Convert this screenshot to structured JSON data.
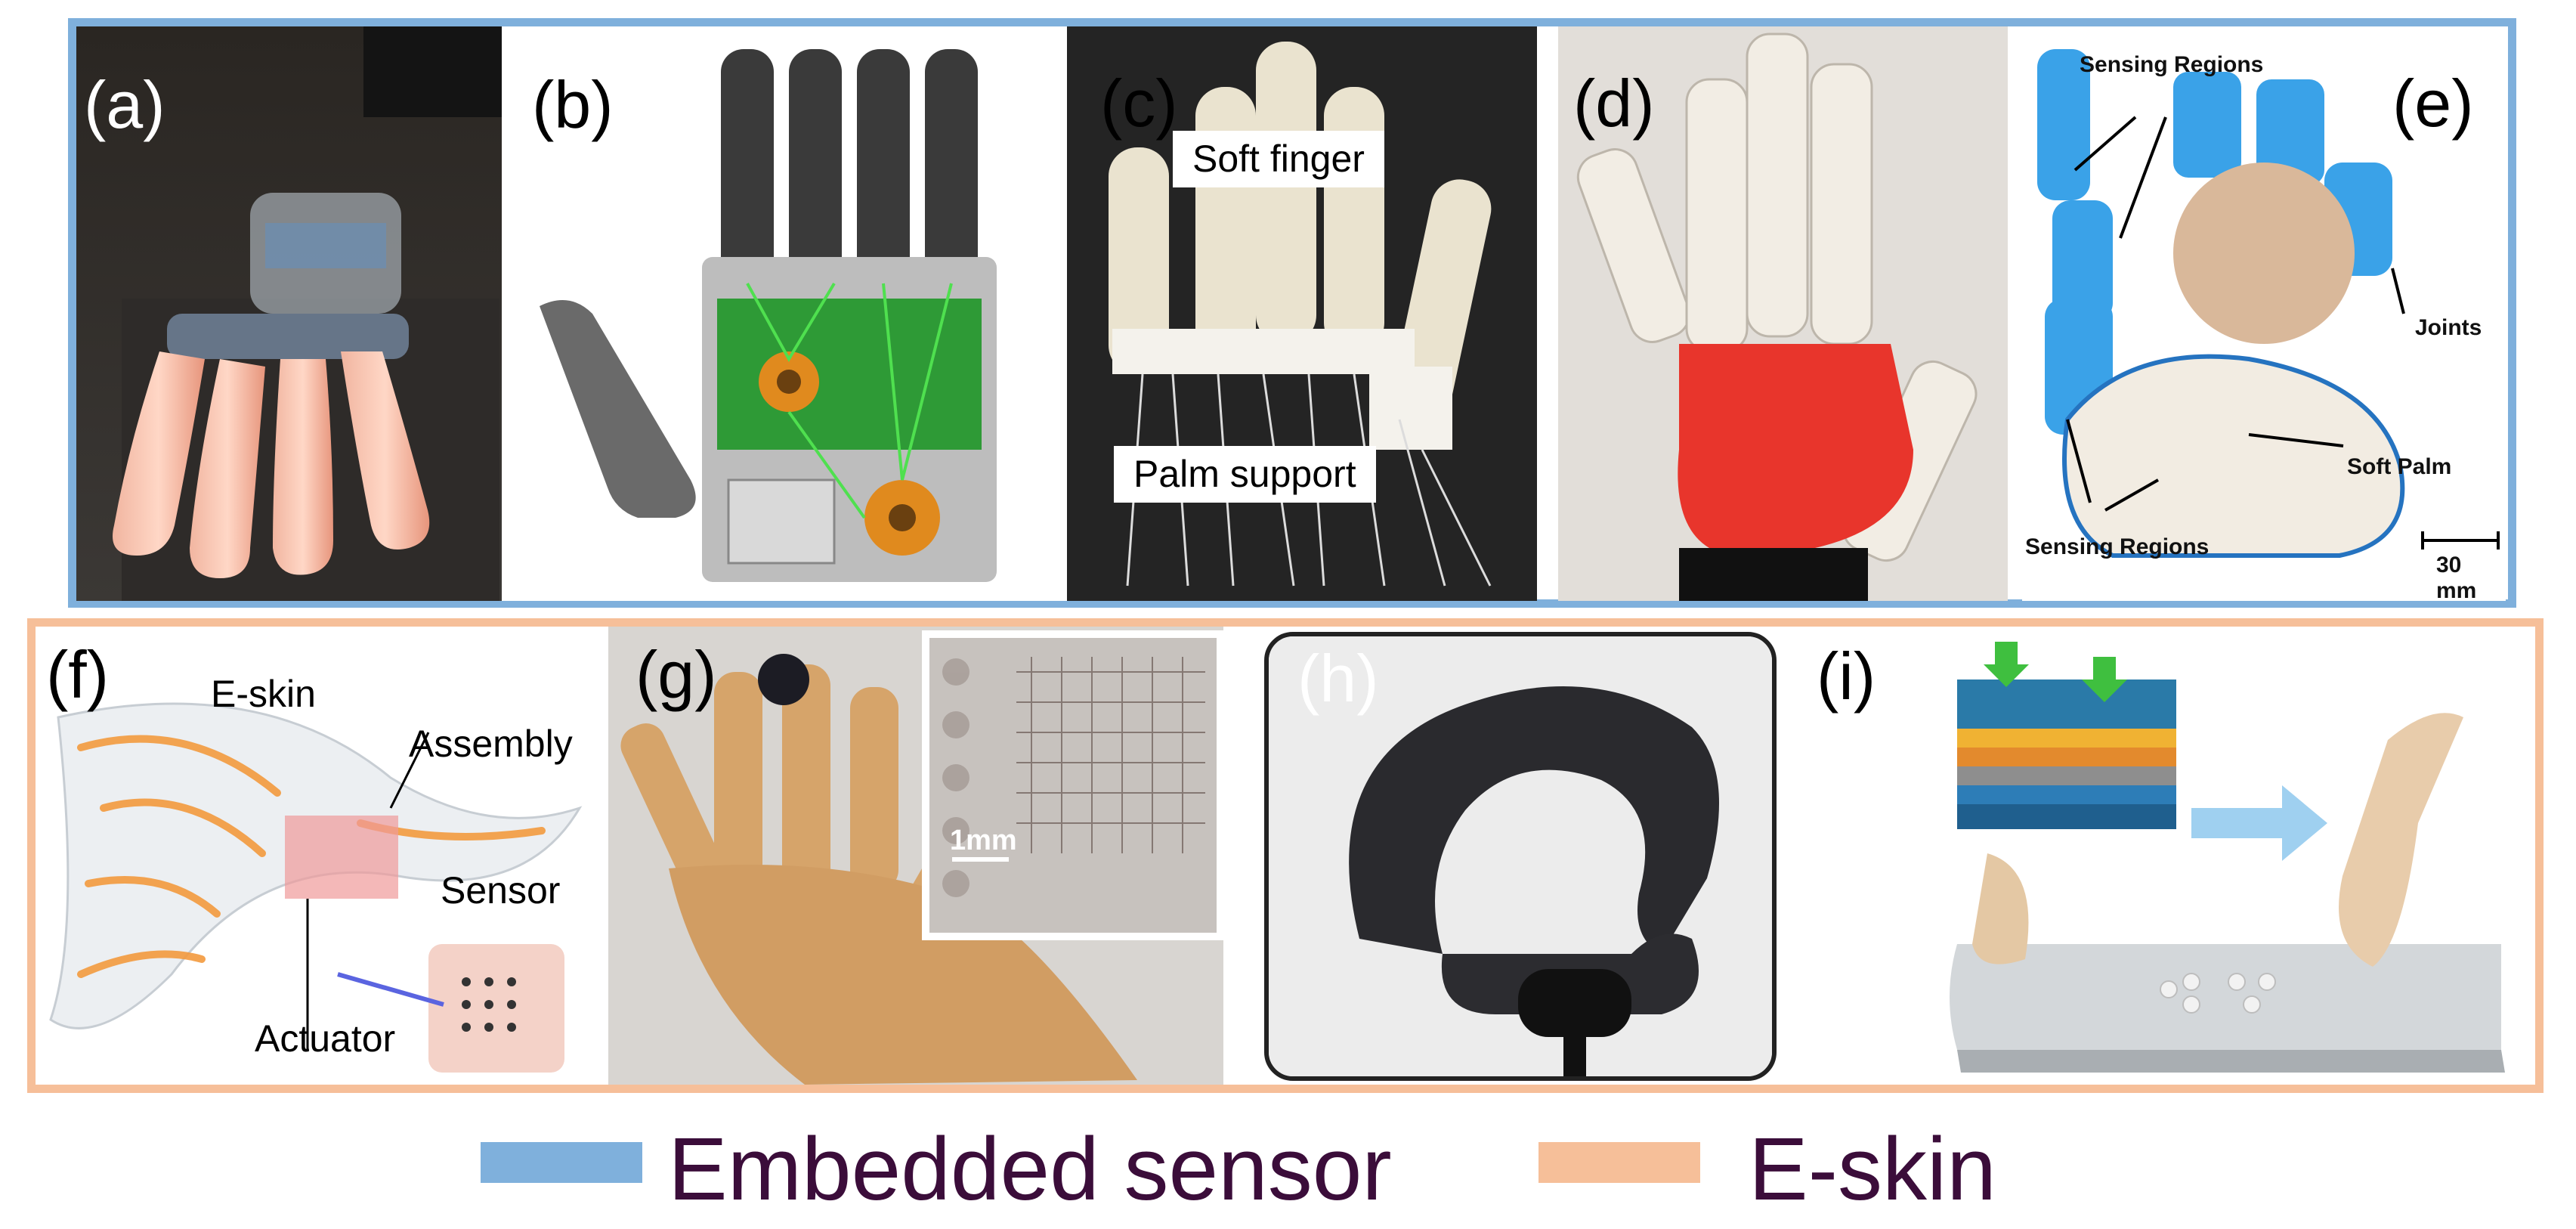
{
  "panels": {
    "a": {
      "label": "(a)"
    },
    "b": {
      "label": "(b)"
    },
    "c": {
      "label": "(c)",
      "callouts": [
        "Soft finger",
        "Palm support"
      ]
    },
    "d": {
      "label": "(d)"
    },
    "e": {
      "label": "(e)",
      "annotations": [
        "Sensing Regions",
        "Joints",
        "Soft Palm",
        "Sensing Regions",
        "30 mm"
      ]
    },
    "f": {
      "label": "(f)",
      "annotations": [
        "E-skin",
        "Assembly",
        "Sensor",
        "Actuator"
      ]
    },
    "g": {
      "label": "(g)",
      "scale": "1mm"
    },
    "h": {
      "label": "(h)"
    },
    "i": {
      "label": "(i)"
    }
  },
  "legend": [
    {
      "label": "Embedded sensor",
      "color": "#7fb0dc"
    },
    {
      "label": "E-skin",
      "color": "#f6bf99"
    }
  ],
  "colors": {
    "embedded_border": "#7fb0dc",
    "eskin_border": "#f6bf99",
    "legend_text": "#3b0d3a"
  }
}
